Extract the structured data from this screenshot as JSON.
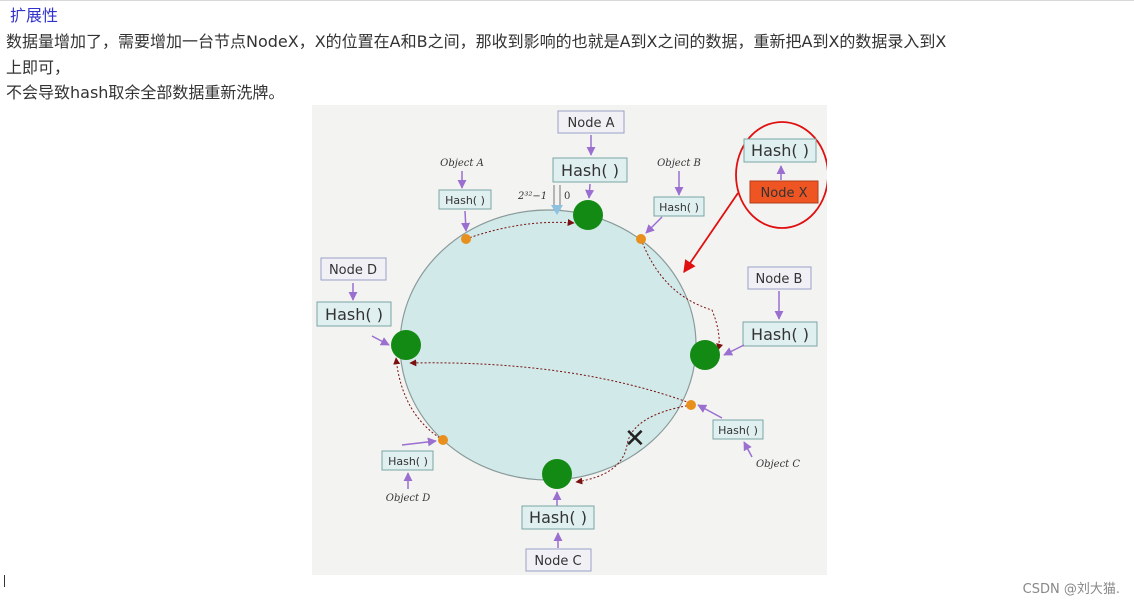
{
  "article": {
    "heading": "扩展性",
    "paragraph_line1": "数据量增加了，需要增加一台节点NodeX，X的位置在A和B之间，那收到影响的也就是A到X之间的数据，重新把A到X的数据录入到X",
    "paragraph_line2": "上即可，",
    "paragraph_line3": "不会导致hash取余全部数据重新洗牌。"
  },
  "diagram": {
    "node_labels": {
      "a": "Node A",
      "b": "Node B",
      "c": "Node C",
      "d": "Node D",
      "x": "Node X"
    },
    "hash_label": "Hash( )",
    "object_labels": {
      "a": "Object A",
      "b": "Object B",
      "c": "Object C",
      "d": "Object D"
    },
    "ring_top_left_label": "2³²−1",
    "ring_top_right_label": "0",
    "removed_mark": "✕",
    "colors": {
      "ring_fill": "#d1e9e9",
      "node_dot": "#138a13",
      "object_dot": "#e8901e",
      "hash_box_fill": "#e0efef",
      "node_box_fill": "#f0f0f5",
      "node_x_fill": "#ee5522",
      "arrow_purple": "#9a6fd0",
      "highlight_red": "#e01010",
      "path_dark_red": "#7a1010"
    }
  },
  "watermark": "CSDN @刘大猫."
}
